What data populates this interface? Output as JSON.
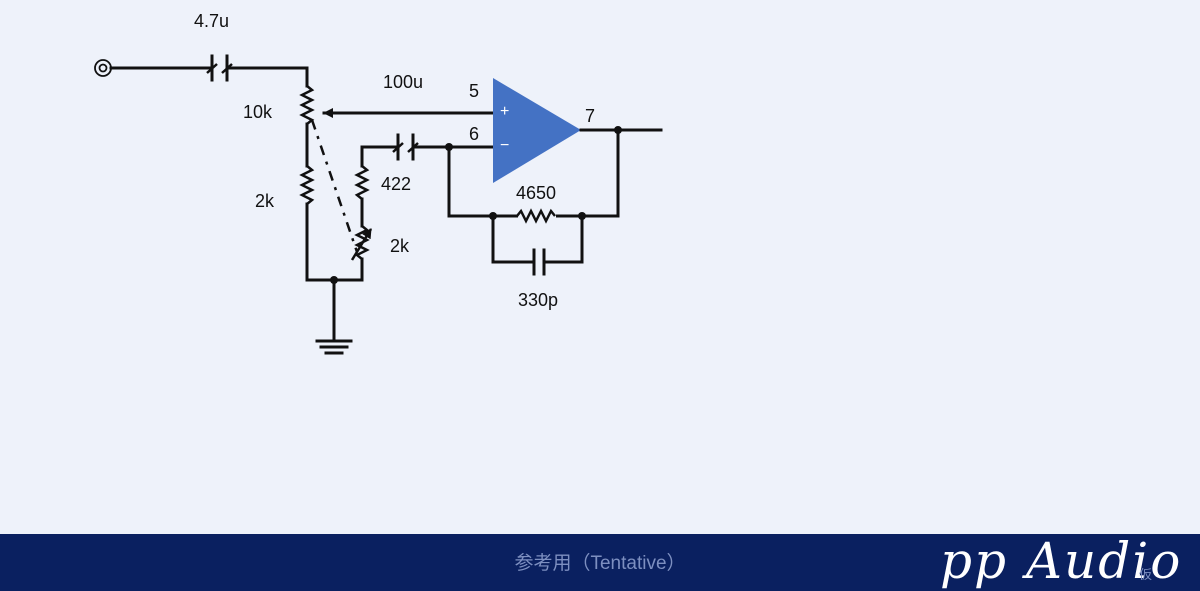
{
  "colors": {
    "background": "#eef2fa",
    "opamp_fill": "#4472c4",
    "footer_bg": "#0a2060",
    "footer_text": "#7d8fc0",
    "brand_text": "#ffffff"
  },
  "circuit": {
    "input_cap": "4.7u",
    "volume_pot": "10k",
    "lower_resistor": "2k",
    "coupling_cap": "100u",
    "gain_resistor": "422",
    "gain_pot": "2k",
    "feedback_resistor": "4650",
    "feedback_cap": "330p",
    "opamp_pins": {
      "noninverting": "5",
      "inverting": "6",
      "output": "7"
    },
    "opamp_signs": {
      "plus": "+",
      "minus": "−"
    }
  },
  "footer": {
    "note": "参考用（Tentative）",
    "brand": "pp Audio",
    "brand_mark": "仮"
  }
}
